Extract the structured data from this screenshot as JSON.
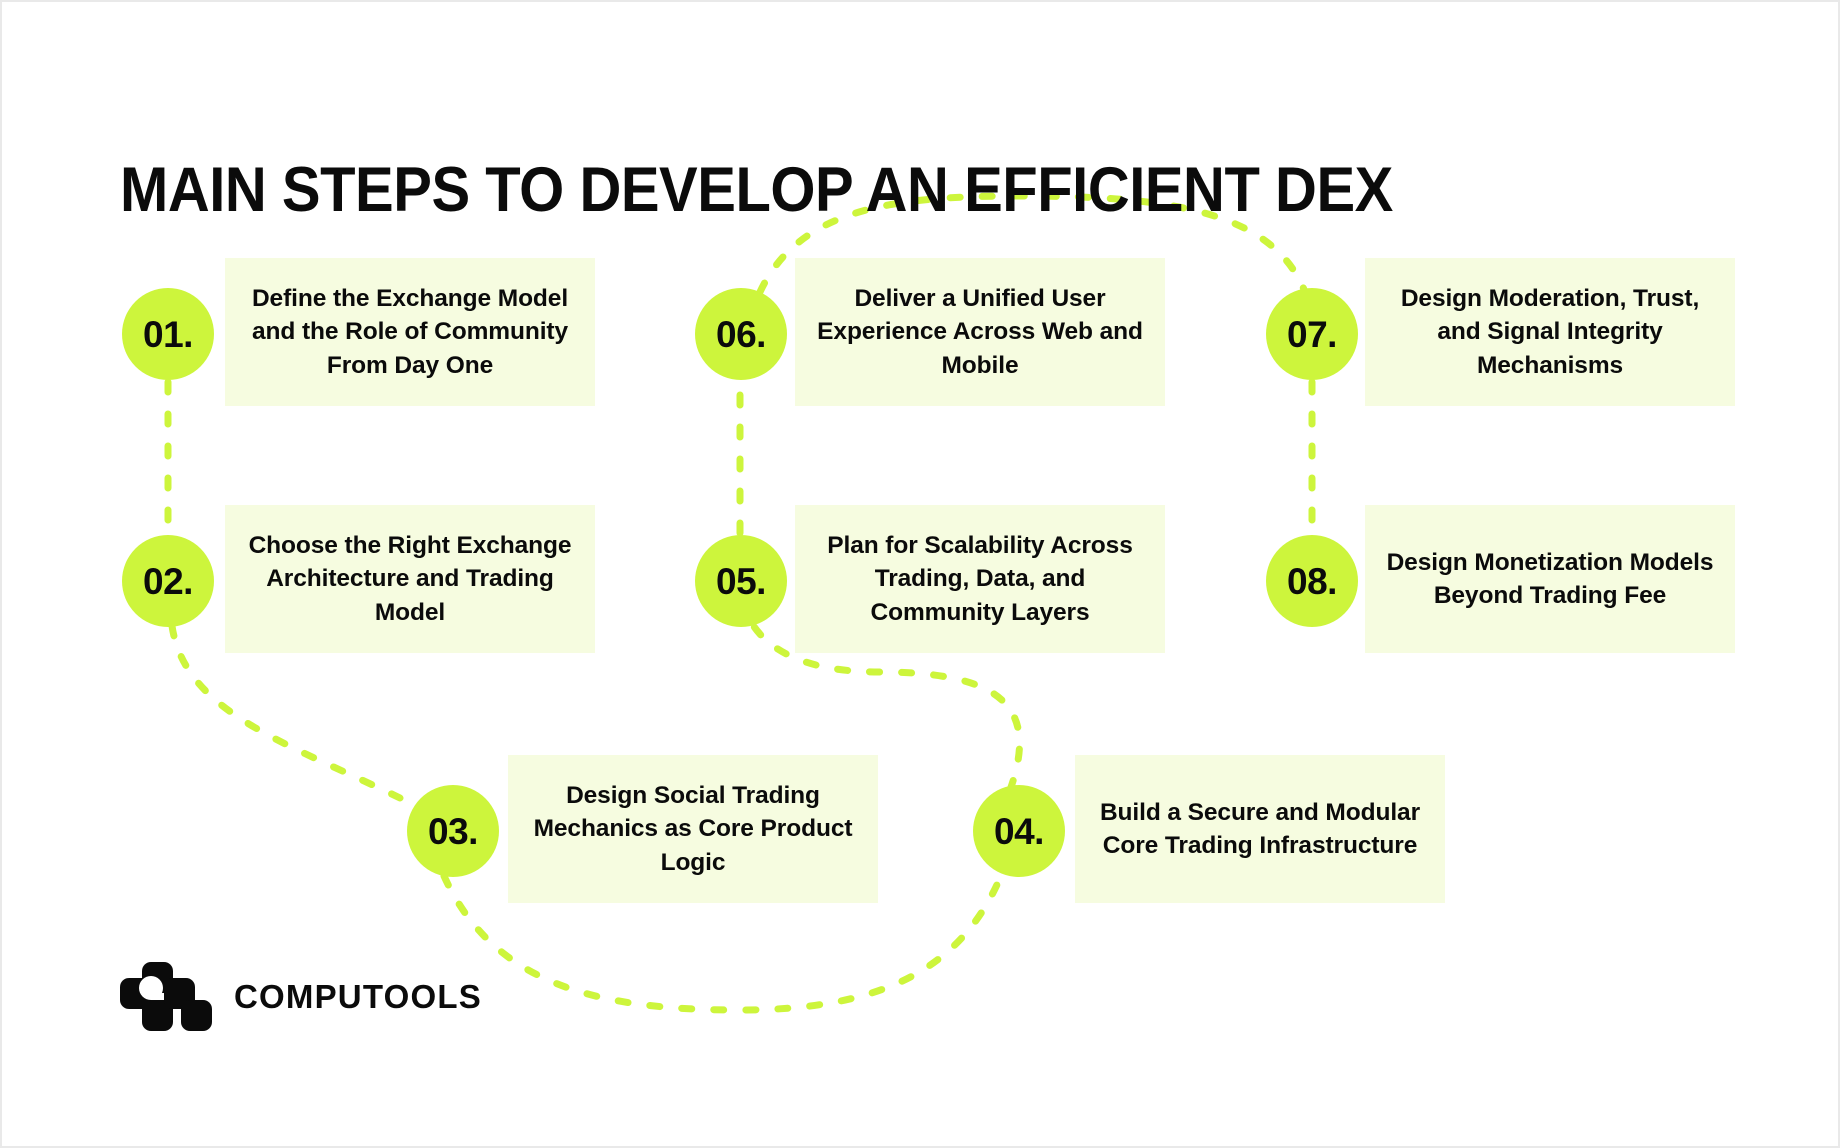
{
  "title": "MAIN STEPS TO DEVELOP AN EFFICIENT DEX",
  "colors": {
    "background": "#ffffff",
    "accent_circle": "#cdf53c",
    "box_fill": "#f6fce0",
    "connector": "#cdf53c",
    "text": "#0b0b0b"
  },
  "steps": [
    {
      "number": "01.",
      "text": "Define the Exchange Model and the Role of Community From Day One"
    },
    {
      "number": "02.",
      "text": "Choose the Right Exchange Architecture and Trading Model"
    },
    {
      "number": "03.",
      "text": "Design Social Trading Mechanics as Core Product Logic"
    },
    {
      "number": "04.",
      "text": "Build a Secure and Modular Core Trading Infrastructure"
    },
    {
      "number": "05.",
      "text": "Plan for Scalability Across Trading, Data, and Community Layers"
    },
    {
      "number": "06.",
      "text": "Deliver a Unified User Experience Across Web and Mobile"
    },
    {
      "number": "07.",
      "text": "Design Moderation, Trust, and Signal Integrity Mechanisms"
    },
    {
      "number": "08.",
      "text": "Design Monetization Models Beyond Trading Fee"
    }
  ],
  "logo": {
    "wordmark": "COMPUTOOLS",
    "mark": "computools-blocks-icon"
  }
}
